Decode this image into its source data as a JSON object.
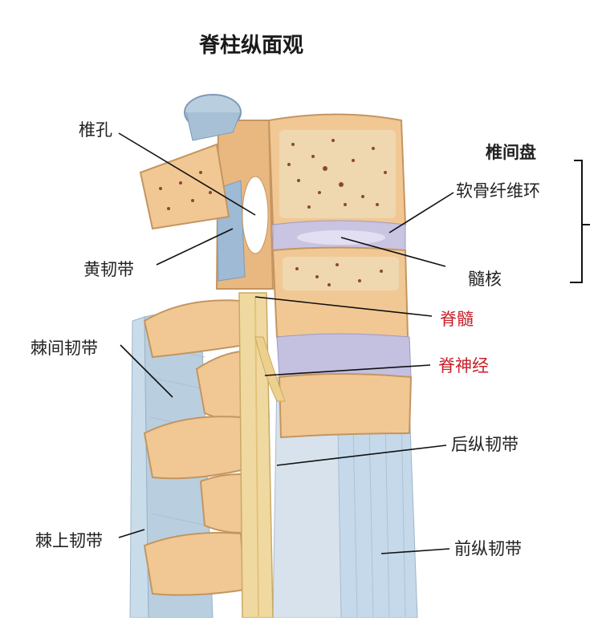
{
  "title": "脊柱纵面观",
  "labels": {
    "vertebral_foramen": "椎孔",
    "ligamentum_flavum": "黄韧带",
    "interspinous_ligament": "棘间韧带",
    "supraspinous_ligament": "棘上韧带",
    "intervertebral_disc": "椎间盘",
    "annulus_fibrosus": "软骨纤维环",
    "nucleus_pulposus": "髓核",
    "spinal_cord": "脊髓",
    "spinal_nerve": "脊神经",
    "posterior_longitudinal_ligament": "后纵韧带",
    "anterior_longitudinal_ligament": "前纵韧带"
  },
  "colors": {
    "bone": "#f1c894",
    "bone_dark": "#d9a56b",
    "marrow": "#efd7b0",
    "ligament_blue": "#b9cfe0",
    "disc_lavender": "#b8b4d8",
    "cord": "#f0d9a0",
    "highlight_label": "#c8202a"
  }
}
